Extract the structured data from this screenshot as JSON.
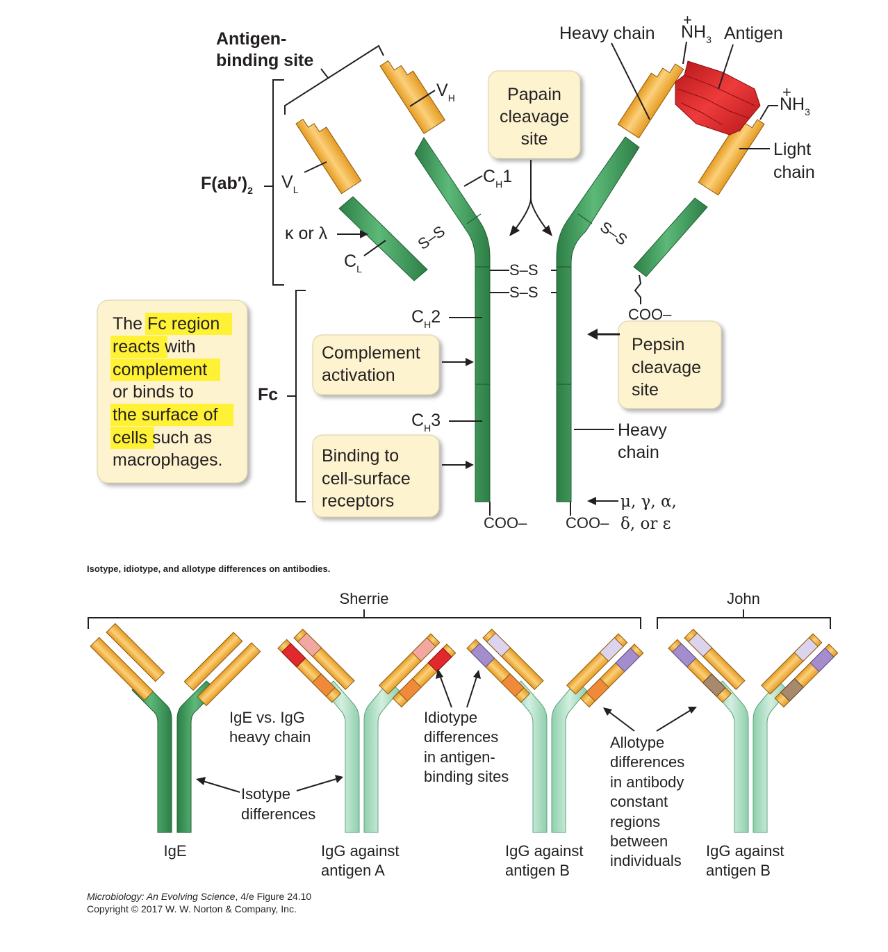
{
  "top_diagram": {
    "antigen_binding_site": [
      "Antigen-",
      "binding site"
    ],
    "fab2": {
      "main": "F(ab′)",
      "sub": "2"
    },
    "vh": {
      "main": "V",
      "sub": "H"
    },
    "vl": {
      "main": "V",
      "sub": "L"
    },
    "ch1": {
      "main": "C",
      "sub": "H",
      "suffix": "1"
    },
    "cl": {
      "main": "C",
      "sub": "L"
    },
    "ch2": {
      "main": "C",
      "sub": "H",
      "suffix": "2"
    },
    "ch3": {
      "main": "C",
      "sub": "H",
      "suffix": "3"
    },
    "kappa_lambda": "κ or λ",
    "papain": [
      "Papain",
      "cleavage",
      "site"
    ],
    "heavy_chain_top": "Heavy chain",
    "nh3_top": "NH",
    "nh3_sub": "3",
    "nh3_right": "NH",
    "antigen": "Antigen",
    "light_chain": [
      "Light",
      "chain"
    ],
    "ss": "S–S",
    "coo_right": "COO–",
    "fc": "Fc",
    "fc_region_note": [
      "The ",
      "Fc region",
      "reacts",
      " with",
      "complement",
      "or binds to",
      "the surface of",
      "cells",
      " such as",
      "macrophages."
    ],
    "complement": [
      "Complement",
      "activation"
    ],
    "binding": [
      "Binding to",
      "cell-surface",
      "receptors"
    ],
    "pepsin": [
      "Pepsin",
      "cleavage",
      "site"
    ],
    "heavy_chain_mid": [
      "Heavy",
      "chain"
    ],
    "coo_left": "COO–",
    "coo_mid": "COO–",
    "isotypes": [
      "μ, γ, α,",
      "δ, or ε"
    ]
  },
  "caption": "Isotype, idiotype, and allotype differences on antibodies.",
  "bottom_diagram": {
    "sherrie": "Sherrie",
    "john": "John",
    "ige_vs_igg": [
      "IgE vs. IgG",
      "heavy chain"
    ],
    "isotype_diff": [
      "Isotype",
      "differences"
    ],
    "idiotype_diff": [
      "Idiotype",
      "differences",
      "in antigen-",
      "binding sites"
    ],
    "allotype_diff": [
      "Allotype",
      "differences",
      "in antibody",
      "constant",
      "regions",
      "between",
      "individuals"
    ],
    "ige": "IgE",
    "igg_a": [
      "IgG against",
      "antigen A"
    ],
    "igg_b1": [
      "IgG against",
      "antigen B"
    ],
    "igg_b2": [
      "IgG against",
      "antigen B"
    ]
  },
  "footer": {
    "book": "Microbiology: An Evolving Science",
    "edition": ", 4/e  Figure 24.10",
    "copyright": "Copyright © 2017 W. W. Norton & Company, Inc."
  },
  "colors": {
    "variable": "#f2b33d",
    "constant": "#3f9e5e",
    "constant_light": "#a8dcc0",
    "antigen": "#d6262a",
    "note_box": "#fdf3cf",
    "highlight": "#fff234",
    "idiotype_red": "#e0292d",
    "idiotype_purple": "#a48dcc",
    "allotype_orange": "#ef8a3a",
    "allotype_brown": "#a8896b"
  }
}
